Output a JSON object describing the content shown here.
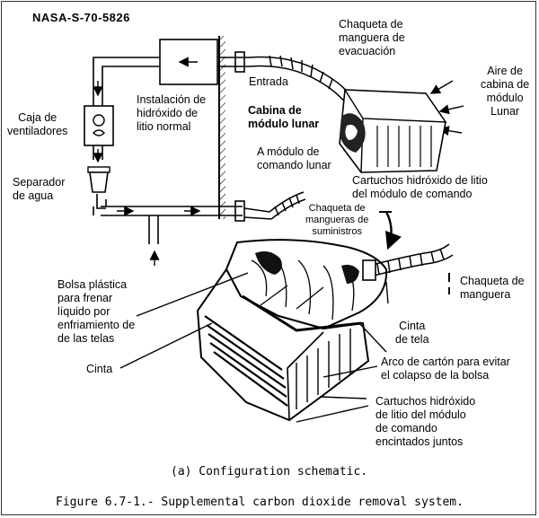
{
  "doc_id": "NASA-S-70-5826",
  "labels": {
    "chaqueta_evacuacion": [
      "Chaqueta de",
      "manguera de",
      "evacuación"
    ],
    "aire_cabina": [
      "Aire de",
      "cabina de",
      "módulo",
      "Lunar"
    ],
    "entrada": "Entrada",
    "instalacion": [
      "Instalación de",
      "hidróxido de",
      "litio normal"
    ],
    "caja_ventiladores": [
      "Caja de",
      "ventiladores"
    ],
    "cabina_modulo_lunar": [
      "Cabina de",
      "módulo lunar"
    ],
    "a_modulo_comando": [
      "A módulo de",
      "comando lunar"
    ],
    "separador": [
      "Separador",
      "de agua"
    ],
    "cartuchos_cm": [
      "Cartuchos  hidróxido de litio",
      "del módulo de comando"
    ],
    "chaqueta_suministros": [
      "Chaqueta de",
      "mangueras de",
      "suministros"
    ],
    "bolsa_plastica": [
      "Bolsa plástica",
      "para frenar",
      "líquido por",
      "enfriamiento de",
      "de las telas"
    ],
    "chaqueta_manguera": [
      "Chaqueta de",
      "manguera"
    ],
    "cinta_tela": [
      "Cinta",
      "de tela"
    ],
    "arco_carton": [
      "Arco de cartón para evitar",
      "el colapso de la bolsa"
    ],
    "cinta": "Cinta",
    "cartuchos_encintados": [
      "Cartuchos  hidróxido",
      "de litio del módulo",
      "de comando",
      "encintados juntos"
    ]
  },
  "caption": "(a)  Configuration schematic.",
  "figure_title": "Figure 6.7-1.- Supplemental carbon dioxide removal system."
}
